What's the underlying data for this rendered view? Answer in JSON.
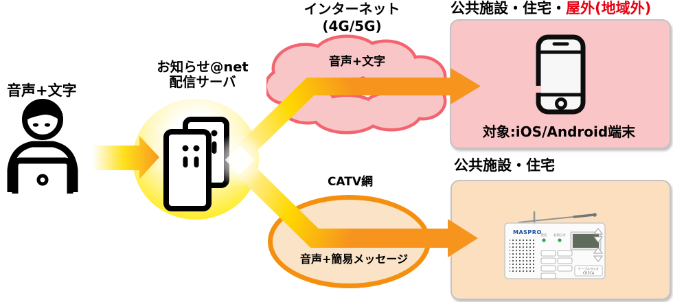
{
  "colors": {
    "arrow_orange": "#F7941E",
    "arrow_yellow": "#FFD800",
    "server_circle_yellow": "#FFDF00",
    "cloud_fill": "#F9C6C8",
    "cloud_border": "#F4646F",
    "mobile_box_fill": "#F9C5C7",
    "radio_box_fill": "#FBDFBE",
    "catv_fill": "#FAE3C6",
    "catv_border": "#F5900F",
    "alert_red_text": "#E60012",
    "led_green": "#2FA84F",
    "brand_blue": "#1A4FA0"
  },
  "source": {
    "label": "音声+文字"
  },
  "server": {
    "name_line1": "お知らせ@net",
    "name_line2": "配信サーバ"
  },
  "internet_cloud": {
    "title_line1": "インターネット",
    "title_line2": "(4G/5G)",
    "payload": "音声+文字"
  },
  "catv": {
    "title": "CATV網",
    "payload": "音声+簡易メッセージ"
  },
  "mobile_box": {
    "title_black": "公共施設・住宅・",
    "title_red": "屋外(地域外)",
    "caption": "対象:iOS/Android端末"
  },
  "radio_box": {
    "title": "公共施設・住宅",
    "device": {
      "brand": "MASPRO",
      "led1_label": "受信",
      "led2_label": "お知らせ",
      "model_line1": "ケーブルラジオ",
      "model_line2": "CR3CA"
    }
  }
}
